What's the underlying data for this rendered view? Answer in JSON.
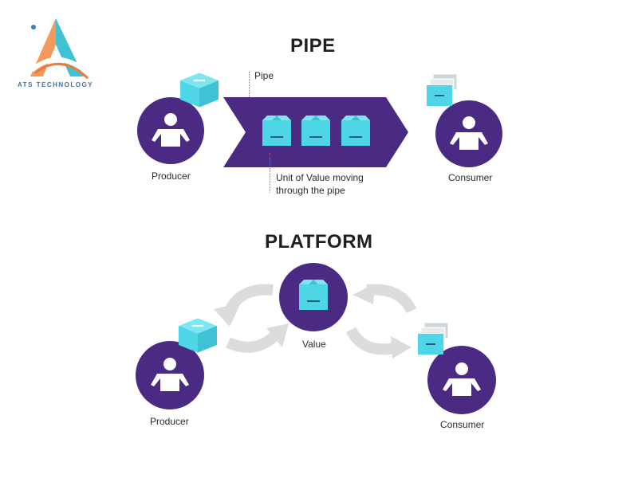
{
  "brand": {
    "name": "ATS TECHNOLOGY"
  },
  "pipe": {
    "title": "PIPE",
    "pipe_label": "Pipe",
    "producer_label": "Producer",
    "consumer_label": "Consumer",
    "unit_label_line1": "Unit of Value moving",
    "unit_label_line2": "through the pipe"
  },
  "platform": {
    "title": "PLATFORM",
    "value_label": "Value",
    "producer_label": "Producer",
    "consumer_label": "Consumer"
  },
  "colors": {
    "purple": "#4a2a82",
    "cyan": "#4fd6e6",
    "arrow_gray": "#dcdcdc",
    "dotted_red": "#e0575b"
  },
  "icons": [
    "person-icon",
    "box-icon",
    "box-stack-icon",
    "cycle-arrow-icon"
  ]
}
